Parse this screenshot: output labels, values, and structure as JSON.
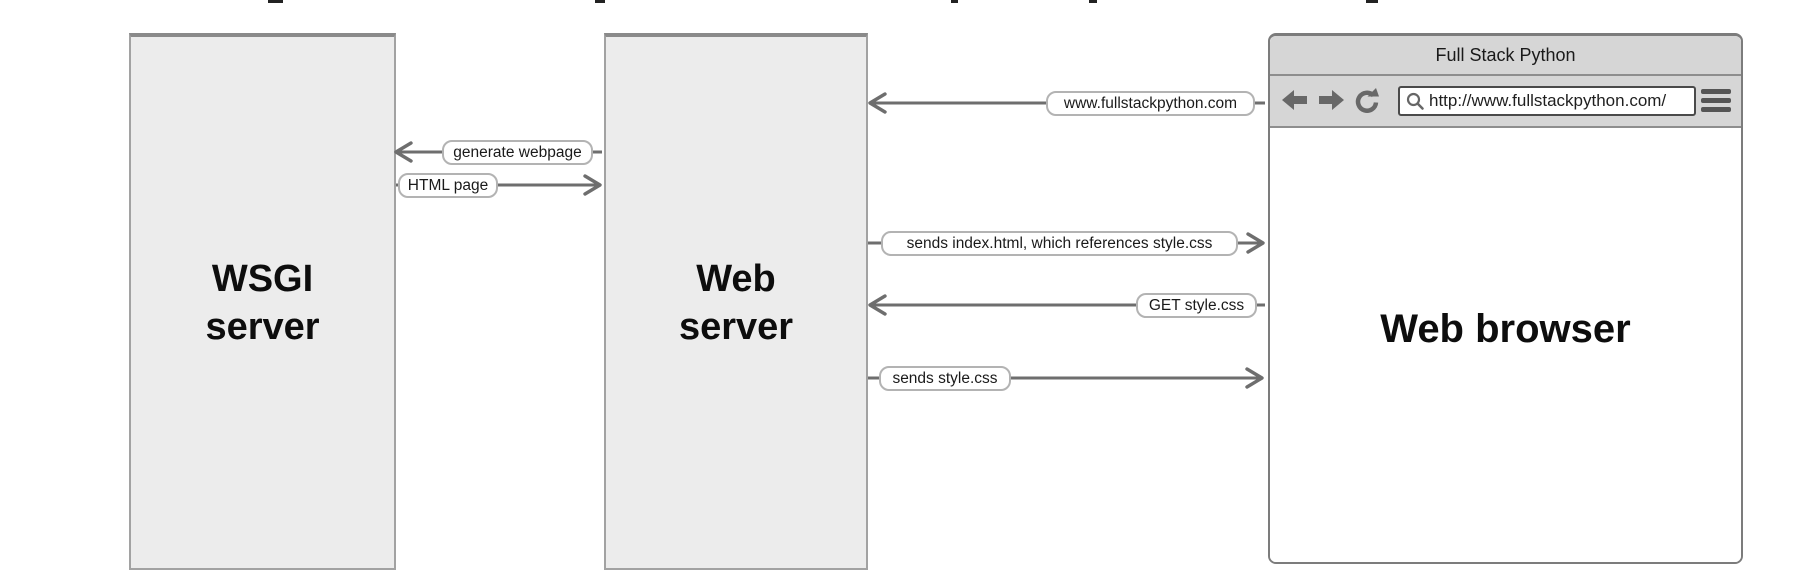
{
  "nodes": {
    "wsgi": {
      "line1": "WSGI",
      "line2": "server"
    },
    "web": {
      "line1": "Web",
      "line2": "server"
    }
  },
  "browser": {
    "title": "Full Stack Python",
    "url": "http://www.fullstackpython.com/",
    "content_label": "Web browser",
    "toolbar_icons": [
      "back-arrow-icon",
      "forward-arrow-icon",
      "reload-icon",
      "search-icon",
      "menu-icon"
    ]
  },
  "arrows": [
    {
      "label": "generate webpage",
      "from": "web-server",
      "to": "wsgi-server",
      "direction": "left"
    },
    {
      "label": "HTML page",
      "from": "wsgi-server",
      "to": "web-server",
      "direction": "right"
    },
    {
      "label": "www.fullstackpython.com",
      "from": "web-browser",
      "to": "web-server",
      "direction": "left"
    },
    {
      "label": "sends index.html, which references style.css",
      "from": "web-server",
      "to": "web-browser",
      "direction": "right"
    },
    {
      "label": "GET style.css",
      "from": "web-browser",
      "to": "web-server",
      "direction": "left"
    },
    {
      "label": "sends style.css",
      "from": "web-server",
      "to": "web-browser",
      "direction": "right"
    }
  ],
  "colors": {
    "arrow": "#6e6e6e",
    "box_fill": "#ececec",
    "box_border": "#a2a2a2",
    "box_border_top": "#8a8a8a",
    "label_border": "#b3b3b3",
    "label_bg": "#ffffff",
    "chrome_fill": "#d6d6d6",
    "chrome_border": "#7c7c7c",
    "icon_gray": "#686868",
    "text": "#0d0d0d"
  }
}
